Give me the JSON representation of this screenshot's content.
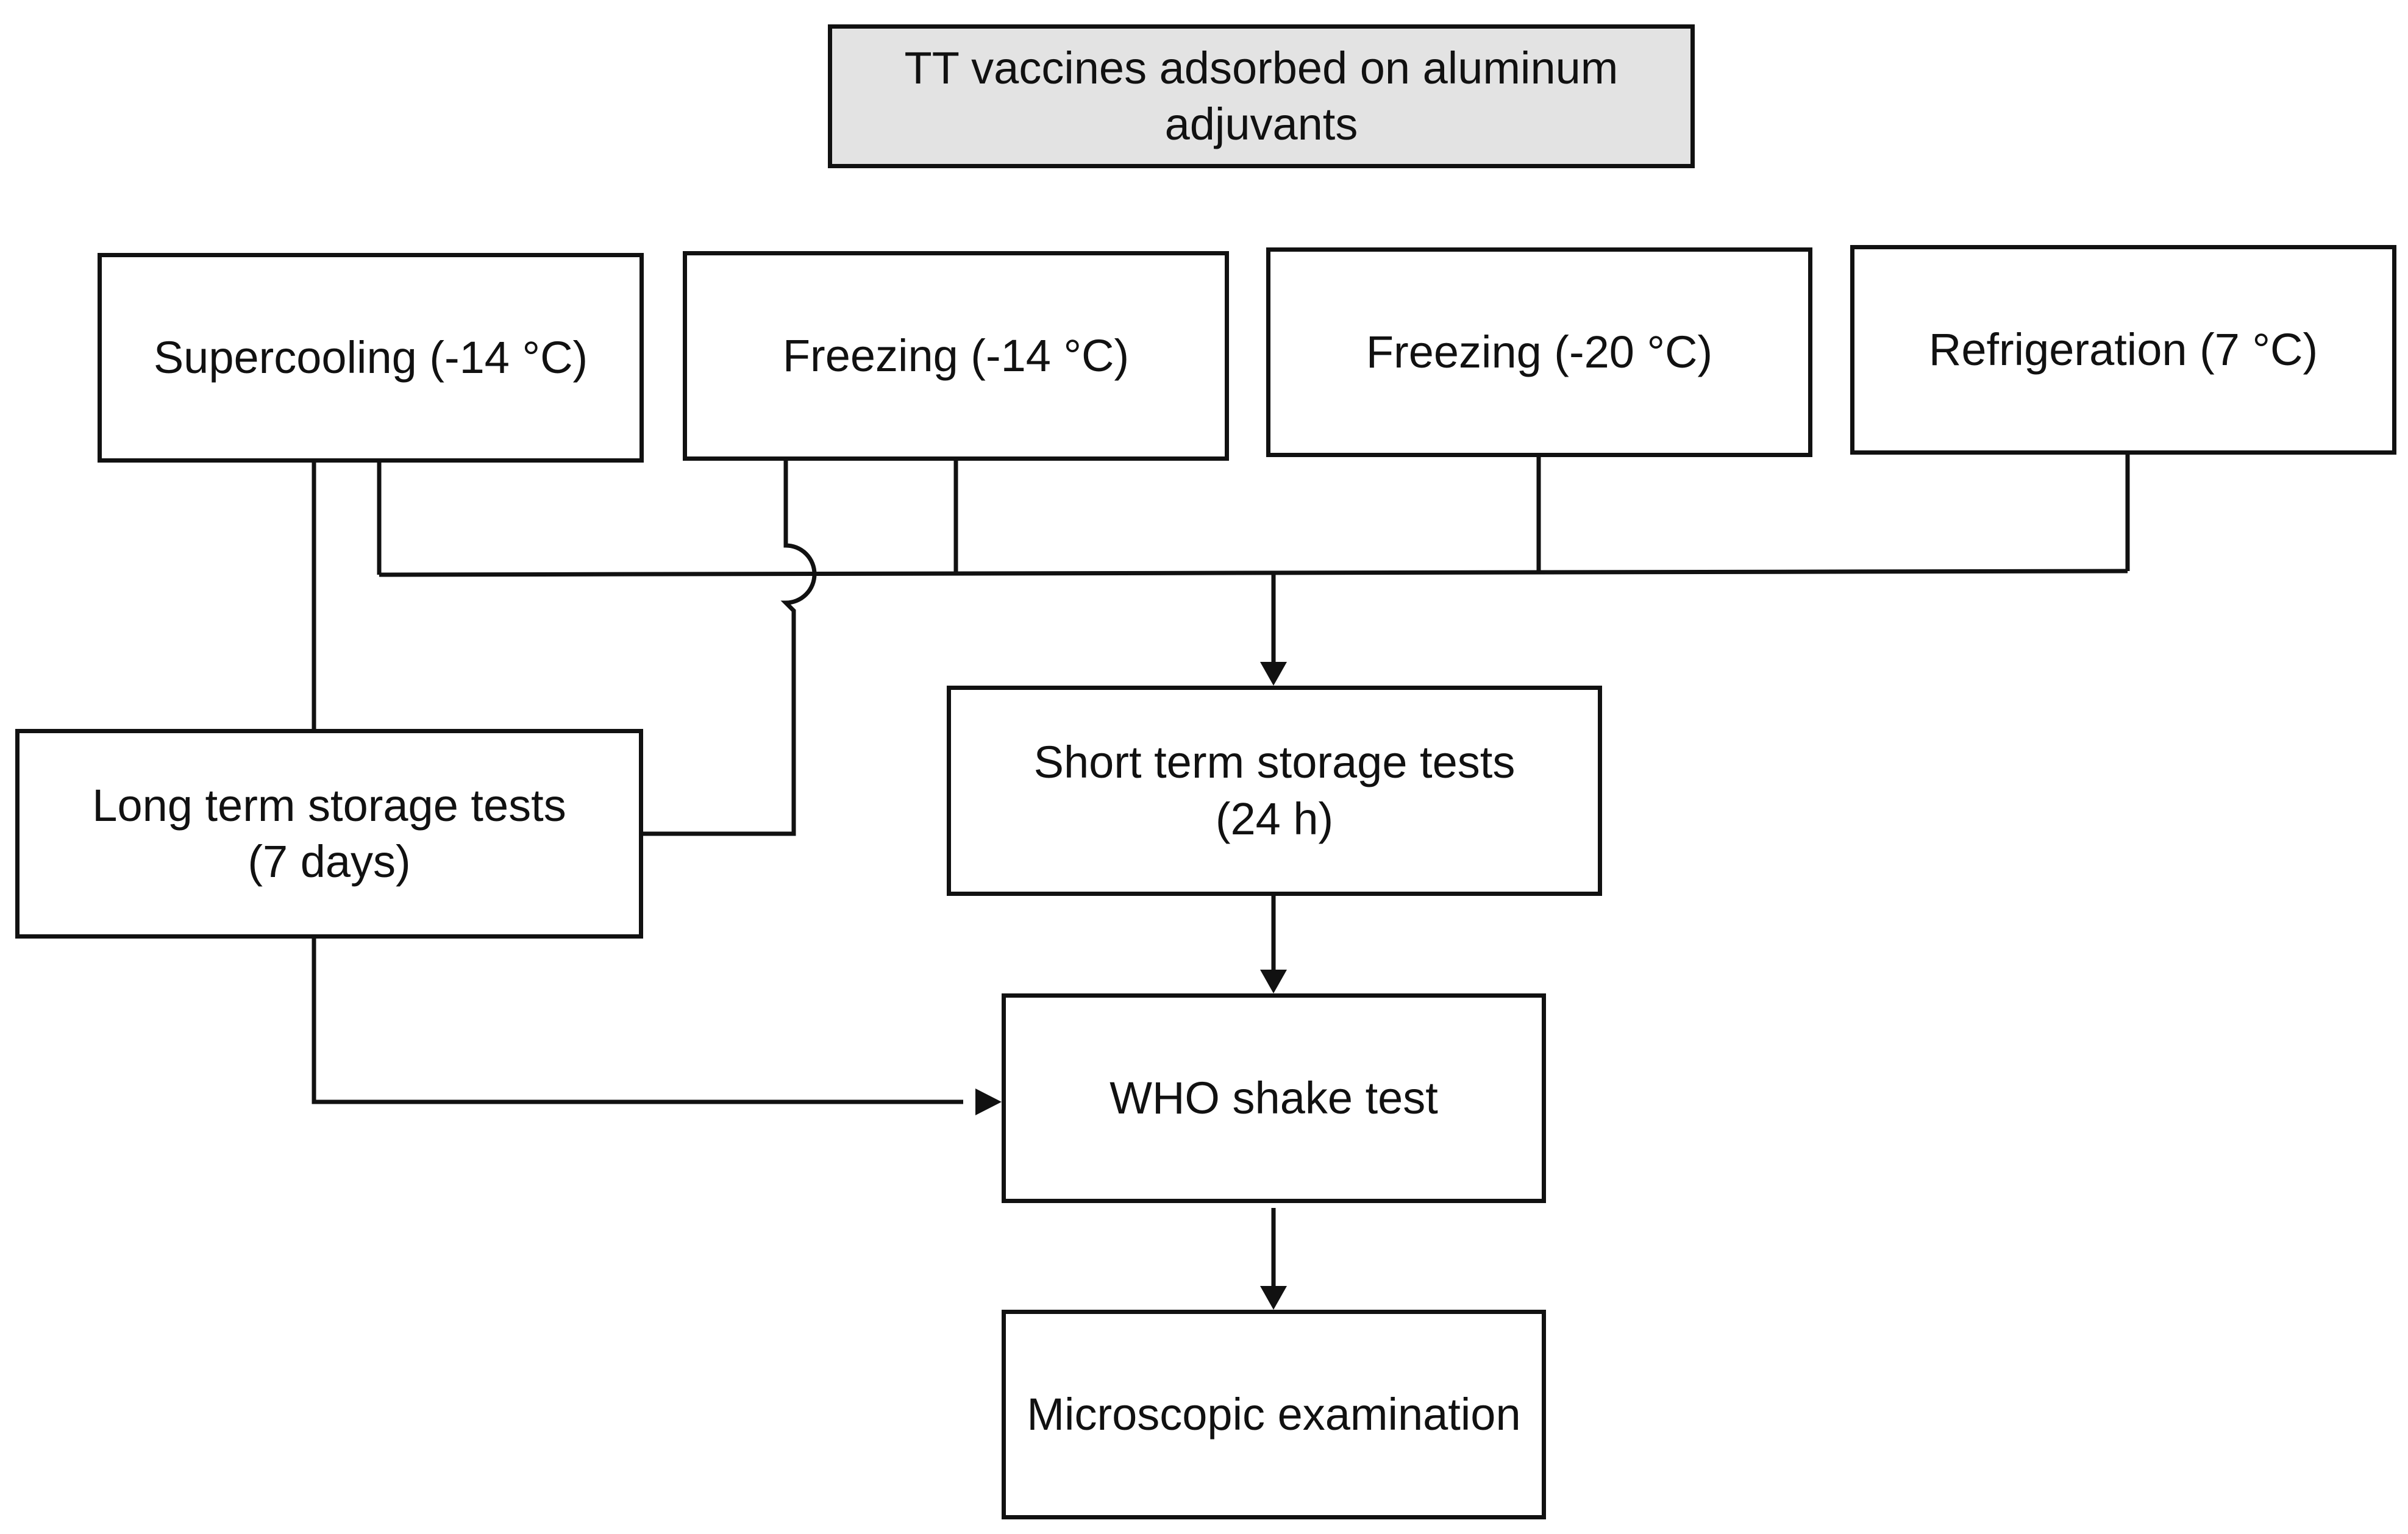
{
  "diagram": {
    "header": "TT vaccines adsorbed on aluminum\nadjuvants",
    "conditions": [
      "Supercooling (-14 °C)",
      "Freezing (-14 °C)",
      "Freezing (-20 °C)",
      "Refrigeration (7 °C)"
    ],
    "long_term": "Long term storage tests\n(7 days)",
    "short_term": "Short term storage tests\n(24 h)",
    "shake_test": "WHO shake test",
    "microscopy": "Microscopic examination"
  },
  "colors": {
    "line": "#111111",
    "header_fill": "#e3e3e3",
    "box_fill": "#ffffff"
  }
}
